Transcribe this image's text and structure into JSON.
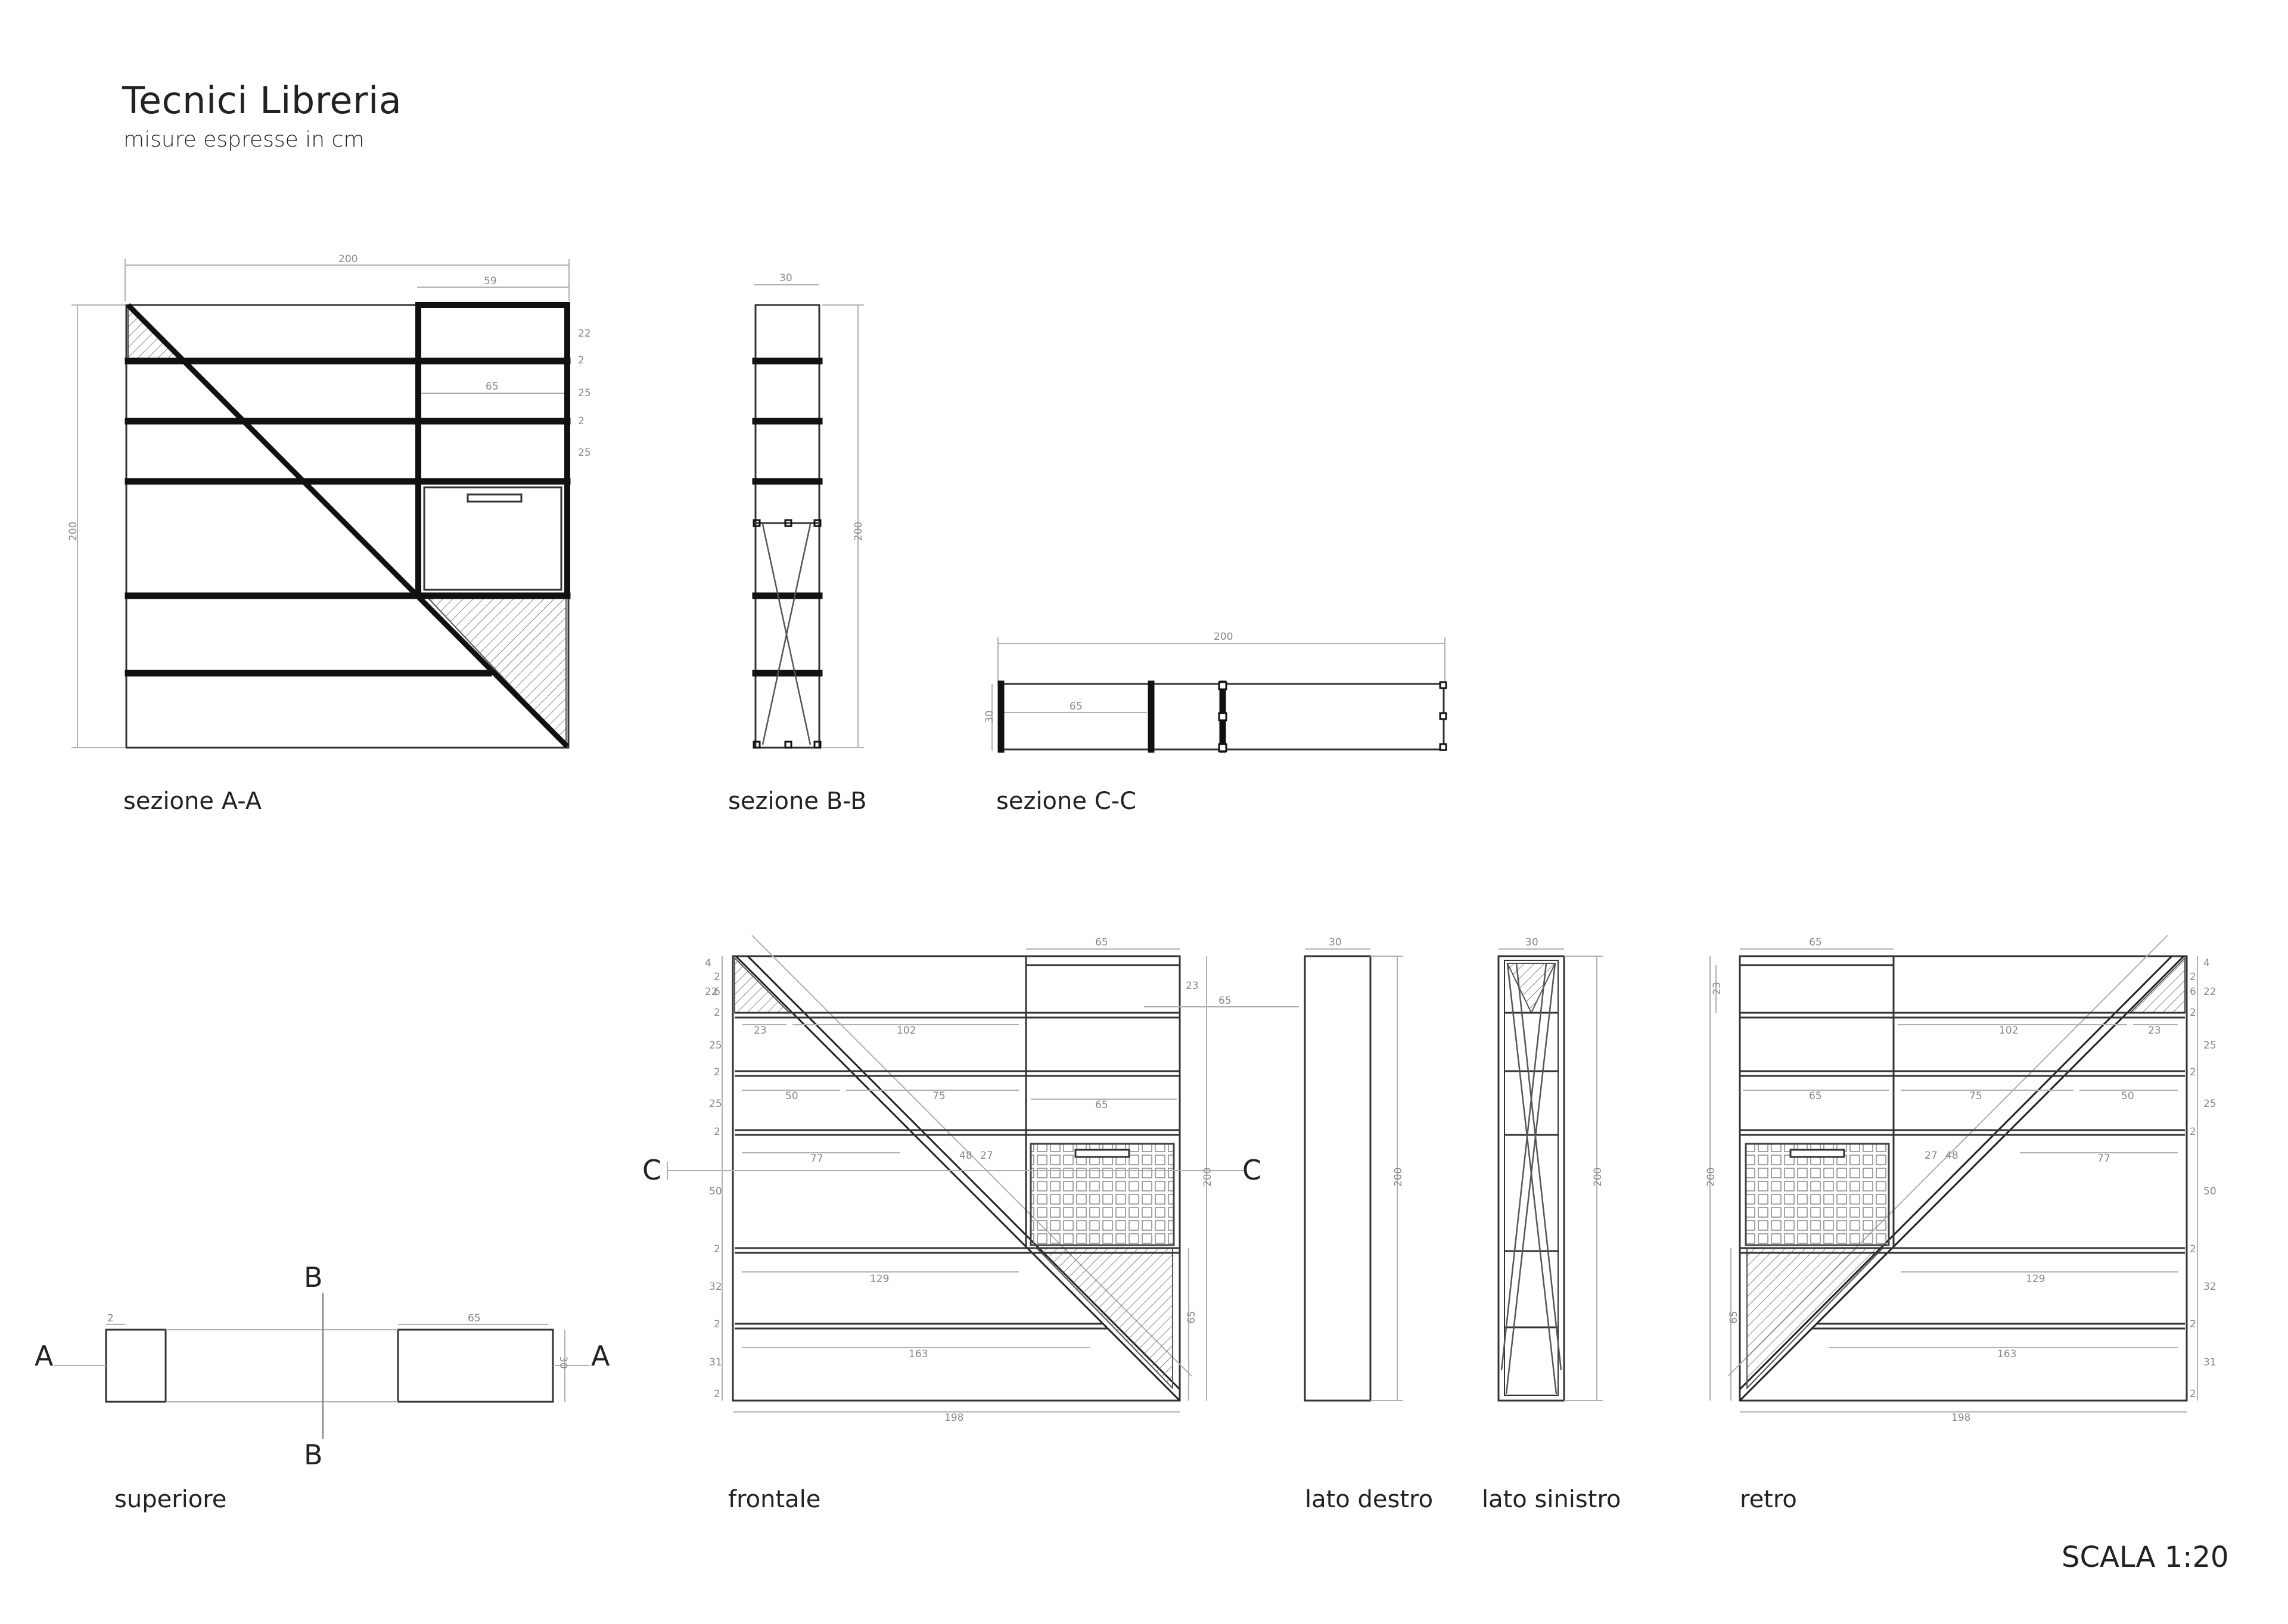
{
  "title": "Tecnici Libreria",
  "subtitle": "misure espresse in cm",
  "scale_label": "SCALA 1:20",
  "views": {
    "section_aa": "sezione A-A",
    "section_bb": "sezione B-B",
    "section_cc": "sezione C-C",
    "top": "superiore",
    "front": "frontale",
    "right_side": "lato destro",
    "left_side": "lato sinistro",
    "back": "retro"
  },
  "section_markers": {
    "a": "A",
    "b": "B",
    "c": "C"
  },
  "dimensions": {
    "section_aa": {
      "width": "200",
      "compartment_width": "59",
      "height": "200",
      "inner_width": "65",
      "rows": [
        "22",
        "2",
        "25",
        "2",
        "25"
      ]
    },
    "section_bb": {
      "depth": "30",
      "height": "200"
    },
    "section_cc": {
      "width": "200",
      "depth": "30",
      "inner_width": "65"
    },
    "top_view": {
      "thickness": "2",
      "module_width": "65",
      "depth": "30"
    },
    "front": {
      "top_width": "65",
      "top_row": "23",
      "side_offset": "65",
      "shelf_widths": [
        "23",
        "102",
        "50",
        "75",
        "65",
        "77",
        "48",
        "27",
        "129",
        "163"
      ],
      "left_column": [
        "4",
        "2",
        "22",
        "6",
        "2",
        "25",
        "2",
        "25",
        "2",
        "50",
        "2",
        "32",
        "2",
        "31",
        "2"
      ],
      "height": "200",
      "lower_height": "65",
      "bottom_width": "198"
    },
    "right_side": {
      "depth": "30",
      "height": "200"
    },
    "left_side": {
      "depth": "30",
      "height": "200"
    },
    "back": {
      "top_width": "65",
      "top_row": "23",
      "shelf_widths": [
        "102",
        "23",
        "65",
        "75",
        "50",
        "27",
        "48",
        "77",
        "129",
        "163"
      ],
      "right_column": [
        "4",
        "2",
        "22",
        "6",
        "2",
        "25",
        "2",
        "25",
        "2",
        "50",
        "2",
        "32",
        "2",
        "31",
        "2"
      ],
      "height": "200",
      "lower_height": "65",
      "bottom_width": "198"
    }
  }
}
